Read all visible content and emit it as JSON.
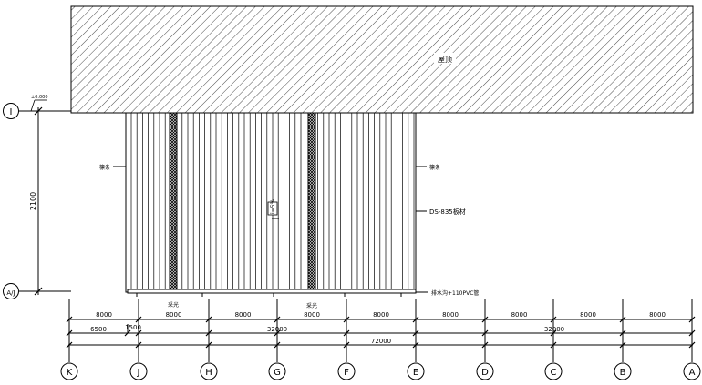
{
  "existing_building_label": "屋顶",
  "left_elevation": {
    "top_level_label": "I",
    "top_level_note": "±0.000",
    "bottom_level_label": "A/J",
    "height_dim": "2100"
  },
  "annotations": {
    "left_marker": "檩条",
    "right_marker": "檩条",
    "roof_panel": "DS-835板材",
    "center_mark": "i=5%",
    "gutter_note": "排水沟+110PVC管",
    "strip_label_left": "采光",
    "strip_label_right": "采光"
  },
  "dimensions": {
    "row1": [
      "8000",
      "8000",
      "8000",
      "8000",
      "8000",
      "8000",
      "8000",
      "8000",
      "8000"
    ],
    "row2_left": "6500",
    "row2_gap": "1500",
    "row2_mid": "32000",
    "row2_right": "32000",
    "row3_total": "72000"
  },
  "axes": [
    "K",
    "J",
    "H",
    "G",
    "F",
    "E",
    "D",
    "C",
    "B",
    "A"
  ]
}
